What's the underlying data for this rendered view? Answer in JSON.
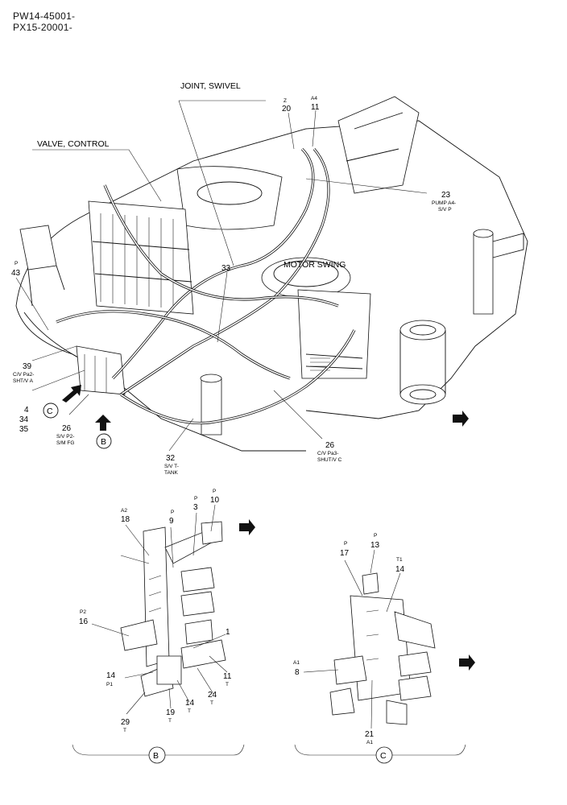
{
  "header": {
    "serial_1": "PW14-45001-",
    "serial_2": "PX15-20001-"
  },
  "labels": {
    "joint_swivel": "JOINT, SWIVEL",
    "valve_control": "VALVE, CONTROL",
    "motor_swing": "MOTOR SWING"
  },
  "callouts": {
    "c20_port": "Z",
    "c20_num": "20",
    "c11_port": "A4",
    "c11_num": "11",
    "c23_num": "23",
    "c23_d1": "PUMP A4-",
    "c23_d2": "S/V P",
    "c43_port": "P",
    "c43_num": "43",
    "c33_num": "33",
    "c39_num": "39",
    "c39_d1": "C/V Pa2-",
    "c39_d2": "SHT/V A",
    "c4_num": "4",
    "c34_num": "34",
    "c35_num": "35",
    "c26a_num": "26",
    "c26a_d1": "S/V P2-",
    "c26a_d2": "S/M FG",
    "c32_num": "32",
    "c32_d1": "S/V T-",
    "c32_d2": "TANK",
    "c26b_num": "26",
    "c26b_d1": "C/V Pa3-",
    "c26b_d2": "SHUT/V C"
  },
  "view_markers": {
    "c": "C",
    "b": "B"
  },
  "detail_b": {
    "c18_port": "A2",
    "c18_num": "18",
    "c9_port": "P",
    "c9_num": "9",
    "c3_port": "P",
    "c3_num": "3",
    "c10_port": "P",
    "c10_num": "10",
    "c16_port": "P2",
    "c16_num": "16",
    "c1_num": "1",
    "c14_num": "14",
    "c14_port": "P1",
    "c11_num": "11",
    "c11_port": "T",
    "c24_num": "24",
    "c24_port": "T",
    "c14b_num": "14",
    "c14b_port": "T",
    "c19_num": "19",
    "c19_port": "T",
    "c29_num": "29",
    "c29_port": "T",
    "title": "B"
  },
  "detail_c": {
    "c17_port": "P",
    "c17_num": "17",
    "c13_port": "P",
    "c13_num": "13",
    "c14_port": "T1",
    "c14_num": "14",
    "c8_port": "A1",
    "c8_num": "8",
    "c21_num": "21",
    "c21_port": "A1",
    "title": "C"
  },
  "colors": {
    "ink": "#111111",
    "paper": "#ffffff"
  }
}
